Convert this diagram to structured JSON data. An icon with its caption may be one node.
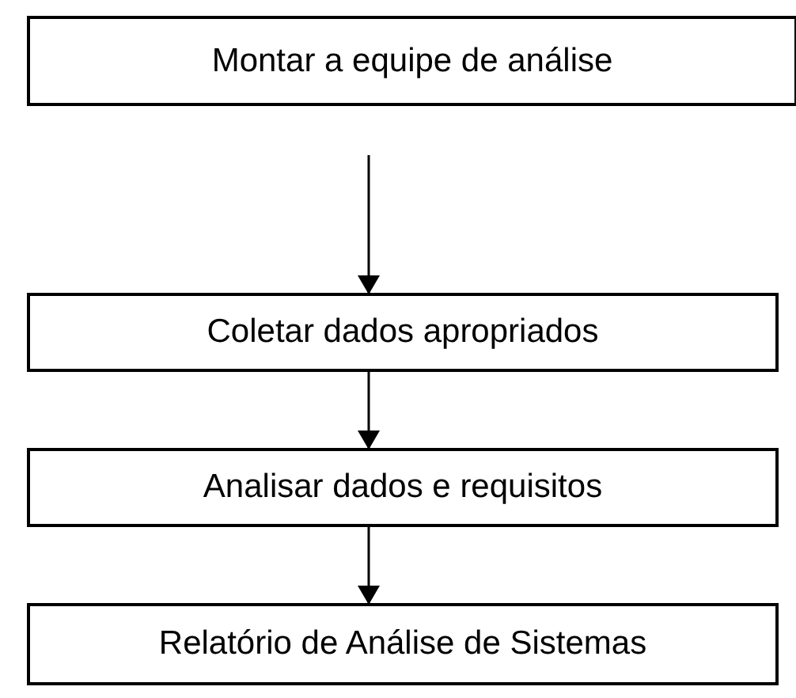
{
  "diagram": {
    "nodes": [
      {
        "text": [
          "Montar a equipe de análise"
        ]
      },
      {
        "text": [
          "Coletar dados apropriados"
        ]
      },
      {
        "text": [
          "Analisar dados e requisitos"
        ]
      },
      {
        "text": [
          "Relatório de Análise de Sistemas"
        ]
      }
    ],
    "edges": [
      {
        "from": null,
        "to": 1,
        "arrow": "to"
      },
      {
        "from": 1,
        "to": 2,
        "arrow": "to"
      },
      {
        "from": 2,
        "to": 3,
        "arrow": "to"
      }
    ]
  }
}
